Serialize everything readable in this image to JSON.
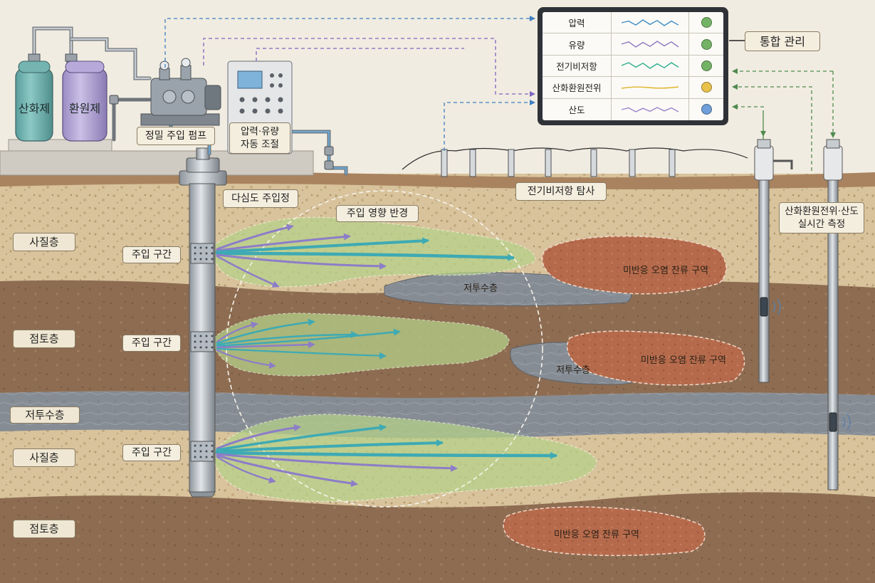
{
  "tanks": {
    "oxidant": "산화제",
    "reductant": "환원제"
  },
  "equipment": {
    "pump": "정밀 주입 펌프",
    "controller": "압력·유량\n자동 조절"
  },
  "well": {
    "name": "다심도 주입정",
    "zone_label": "주입 구간",
    "influence_label": "주입 영향 반경"
  },
  "layers": {
    "sand": "사질층",
    "clay": "점토층",
    "aquitard": "저투수층"
  },
  "features": {
    "lens": "저투수층",
    "residual": "미반응 오염 잔류 구역",
    "ert": "전기비저항 탐사",
    "sensors": "산화환원전위·산도\n실시간 측정"
  },
  "dashboard": {
    "title": "통합 관리",
    "rows": [
      {
        "name": "압력",
        "wave_color": "#3f8fc6",
        "status_color": "#74b365"
      },
      {
        "name": "유량",
        "wave_color": "#8f79c2",
        "status_color": "#74b365"
      },
      {
        "name": "전기비저항",
        "wave_color": "#2fae8f",
        "status_color": "#74b365"
      },
      {
        "name": "산화환원전위",
        "wave_color": "#e0b52a",
        "status_color": "#e8c24a"
      },
      {
        "name": "산도",
        "wave_color": "#9a83cc",
        "status_color": "#6f9fd8"
      }
    ]
  },
  "colors": {
    "sand": "#d8c39c",
    "clay": "#8d6c51",
    "aquitard": "#878d95",
    "plume": "#b6d38a",
    "arrow_teal": "#3eaab4",
    "arrow_purple": "#8d7dc8",
    "residual": "#b56a4b",
    "link_blue": "#3f7fc4",
    "link_purple": "#7c66bf",
    "link_green": "#4f8a4f",
    "oxidant_tank": "#6fb3b0",
    "reductant_tank": "#b4a6d6"
  },
  "icons": [
    "pressure-gauge-icon",
    "valve-icon",
    "sensor-probe-icon",
    "signal-wave-icon",
    "electrode-icon"
  ]
}
